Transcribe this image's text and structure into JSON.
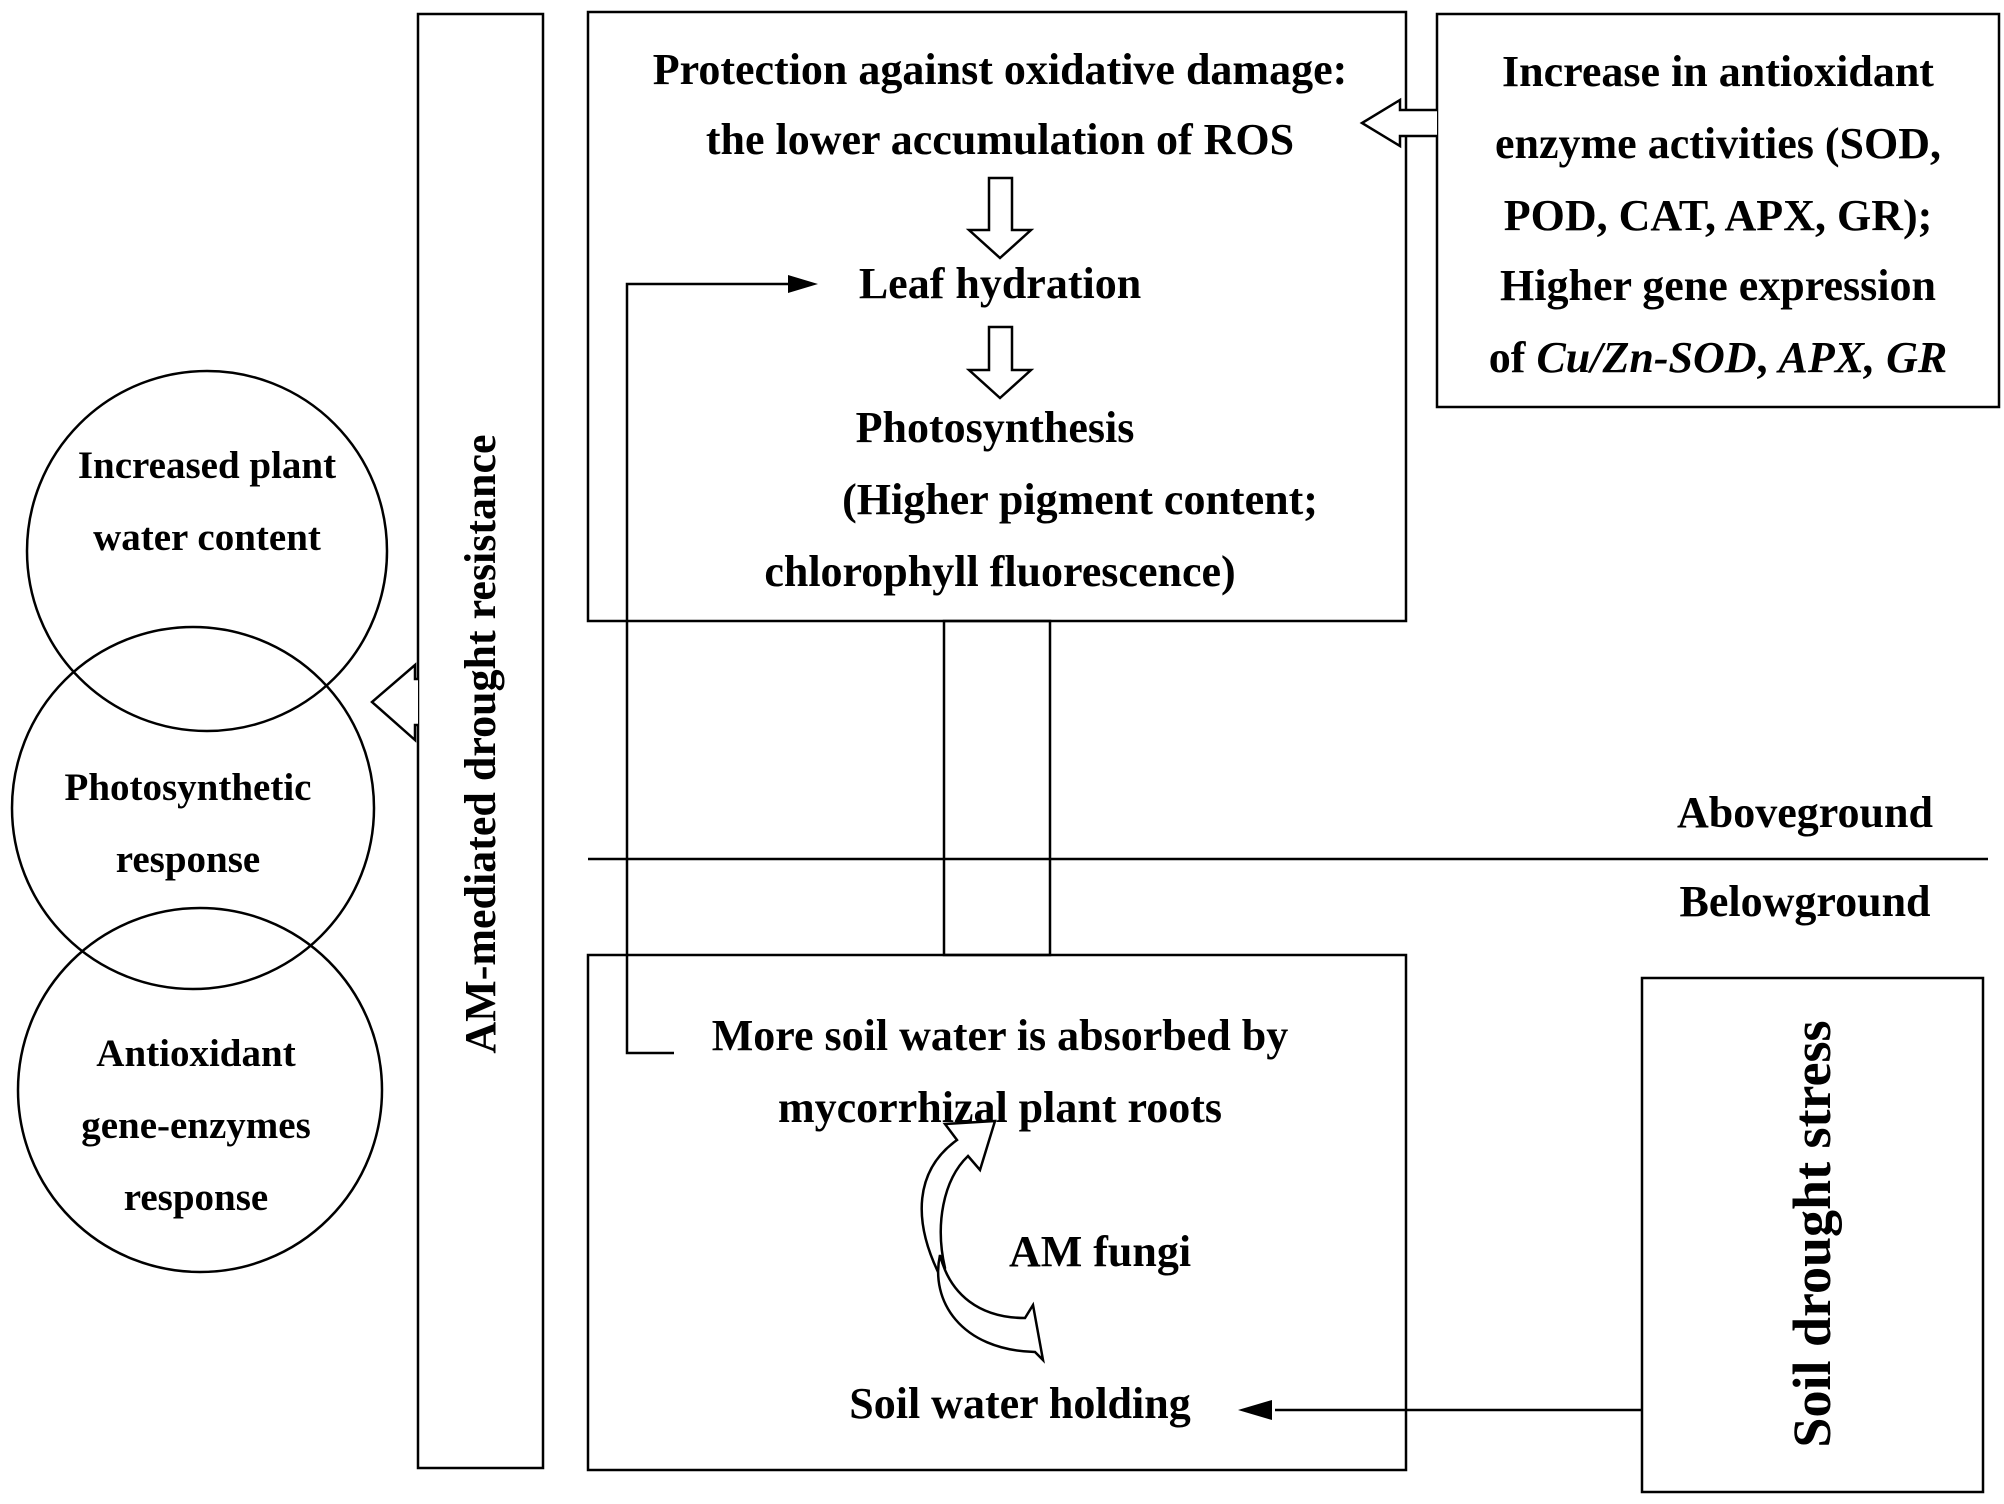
{
  "diagram": {
    "left_circles": [
      {
        "lines": [
          "Increased plant",
          "water content"
        ]
      },
      {
        "lines": [
          "Photosynthetic",
          "response"
        ]
      },
      {
        "lines": [
          "Antioxidant",
          "gene-enzymes",
          "response"
        ]
      }
    ],
    "vertical_bar_label": "AM-mediated drought resistance",
    "aboveground_box": {
      "line1": "Protection against oxidative damage:",
      "line2": "the lower accumulation of ROS",
      "leaf": "Leaf hydration",
      "photo": "Photosynthesis",
      "pigment": "(Higher pigment content;",
      "fluor": "chlorophyll fluorescence)"
    },
    "antioxidant_box": {
      "line1": "Increase in antioxidant",
      "line2": "enzyme activities (SOD,",
      "line3": "POD, CAT, APX, GR);",
      "line4": "Higher gene expression",
      "line5_prefix": "of ",
      "gene1": "Cu/Zn-SOD",
      "sep": ", ",
      "gene2": "APX, GR"
    },
    "aboveground_label": "Aboveground",
    "belowground_label": "Belowground",
    "belowground_box": {
      "line1": "More soil water is absorbed by",
      "line2": "mycorrhizal plant roots",
      "fungi": "AM fungi",
      "holding": "Soil water holding"
    },
    "stress_label": "Soil drought stress"
  }
}
